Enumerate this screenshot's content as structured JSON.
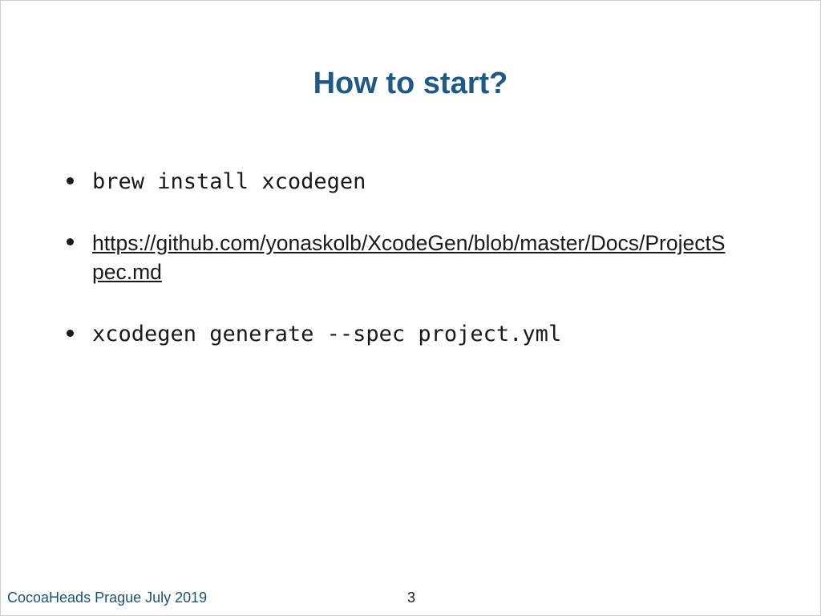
{
  "slide": {
    "title": "How to start?",
    "bullets": [
      {
        "text": "brew install xcodegen",
        "style": "code"
      },
      {
        "text": "https://github.com/yonaskolb/XcodeGen/blob/master/Docs/ProjectSpec.md",
        "style": "link"
      },
      {
        "text": "xcodegen generate --spec project.yml",
        "style": "code"
      }
    ],
    "footer": {
      "event": "CocoaHeads Prague July 2019",
      "page_number": "3"
    },
    "colors": {
      "title": "#1d5a87",
      "footer_text": "#1a5278",
      "body_text": "#1a1a1a"
    }
  }
}
